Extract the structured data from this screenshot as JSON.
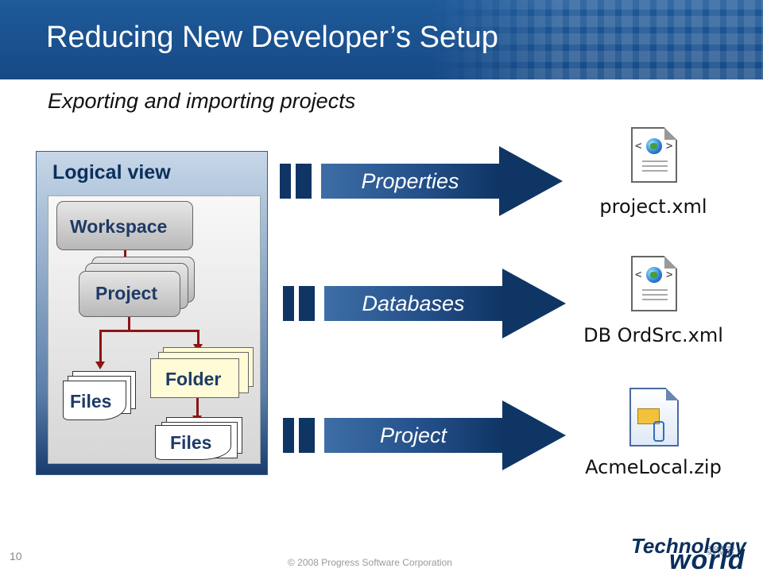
{
  "slide": {
    "title": "Reducing New Developer’s Setup",
    "subtitle": "Exporting and importing projects",
    "slide_number": "10",
    "copyright": "© 2008 Progress Software Corporation"
  },
  "logical_view": {
    "label": "Logical view",
    "workspace": "Workspace",
    "project": "Project",
    "folder": "Folder",
    "files_left": "Files",
    "files_bottom": "Files"
  },
  "flows": [
    {
      "arrow_label": "Properties",
      "file_name": "project.xml",
      "icon": "xml-document-icon"
    },
    {
      "arrow_label": "Databases",
      "file_name": "DB OrdSrc.xml",
      "icon": "xml-document-icon"
    },
    {
      "arrow_label": "Project",
      "file_name": "AcmeLocal.zip",
      "icon": "zip-document-icon"
    }
  ],
  "logo": {
    "line1": "Technology",
    "line2": "world",
    "tag": "PROGRESS SOFTWARE"
  },
  "colors": {
    "header_blue": "#1f5a9a",
    "arrow_navy": "#0f3565",
    "connector_red": "#8e1414",
    "folder_yellow": "#fffbd6"
  }
}
